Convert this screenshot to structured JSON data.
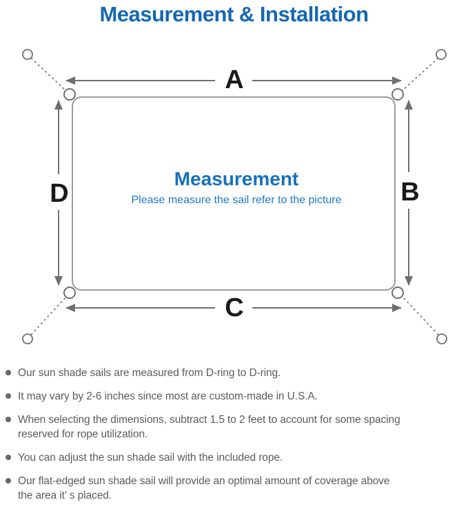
{
  "title": "Measurement & Installation",
  "diagram": {
    "labels": {
      "top": "A",
      "right": "B",
      "bottom": "C",
      "left": "D"
    },
    "center_title": "Measurement",
    "center_subtitle": "Please measure the sail refer to the picture",
    "colors": {
      "accent_blue": "#1568b3",
      "center_blue": "#1571bb",
      "line_gray": "#6f6f6f",
      "sail_border_gray": "#9a9a9a",
      "label_black": "#1a1a1a"
    }
  },
  "notes": {
    "items": [
      {
        "text": "Our sun shade sails are measured from D-ring to D-ring."
      },
      {
        "text": "It may vary by 2-6 inches since most are custom-made in U.S.A."
      },
      {
        "text": "When selecting the dimensions, subtract 1.5 to 2 feet to account for some spacing\nreserved for rope utilization."
      },
      {
        "text": "You can adjust the sun shade sail with the included rope."
      },
      {
        "text": "Our flat-edged sun shade sail will provide an optimal amount of coverage above\nthe area it’ s placed."
      }
    ]
  }
}
